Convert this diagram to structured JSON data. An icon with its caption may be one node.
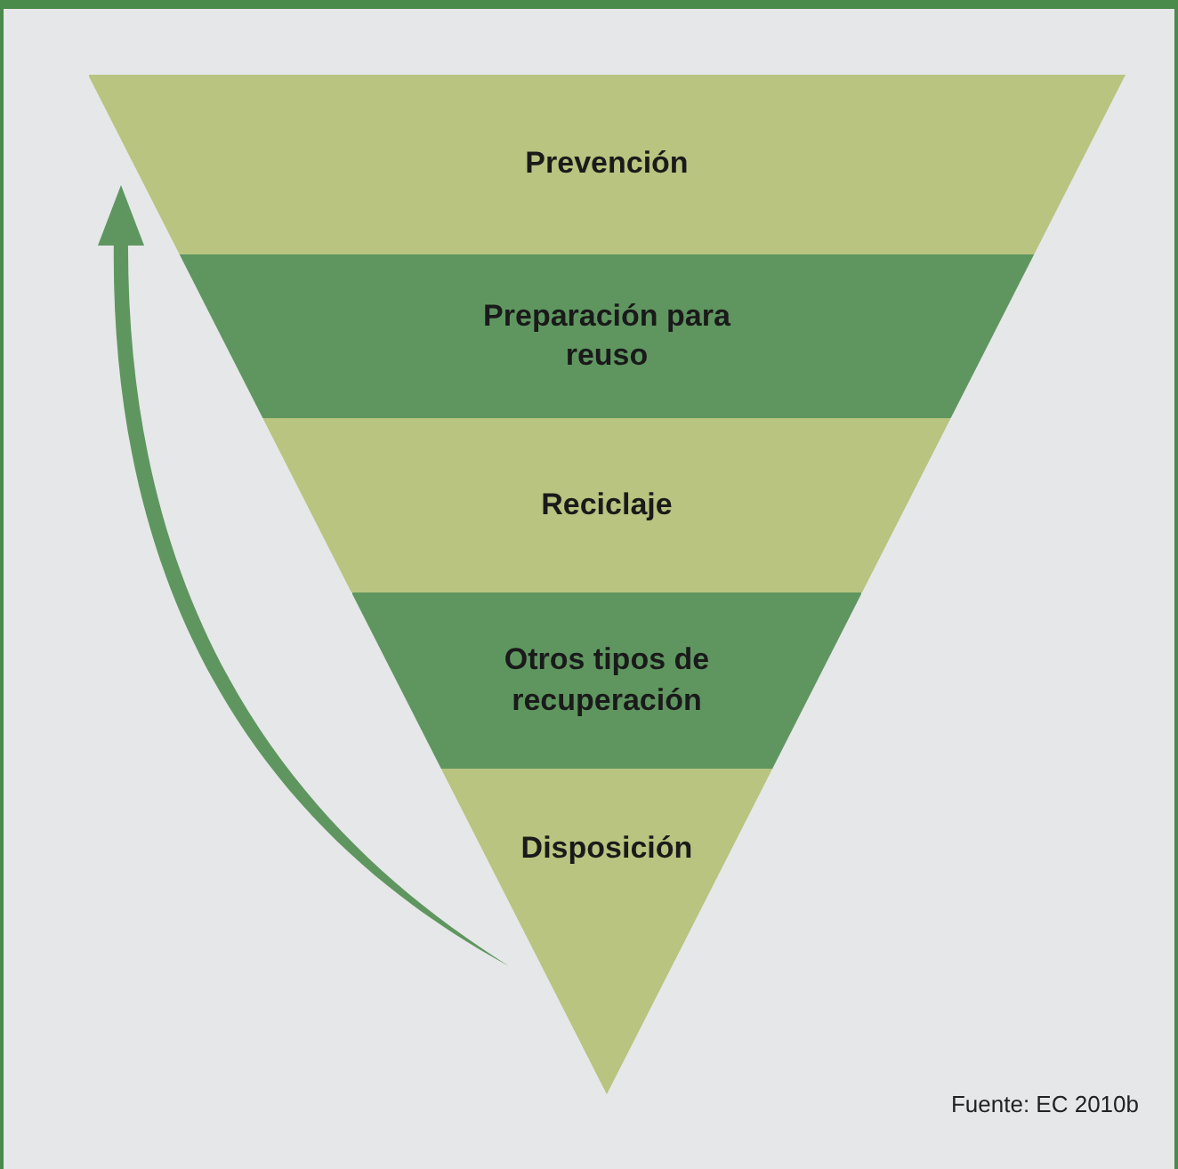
{
  "diagram": {
    "nodes": [
      {
        "text": [
          "Prevención"
        ]
      },
      {
        "text": [
          "Preparación para reuso"
        ]
      },
      {
        "text": [
          "Reciclaje"
        ]
      },
      {
        "text": [
          "Otros tipos de recuperación"
        ]
      },
      {
        "text": [
          "Disposición"
        ]
      }
    ],
    "labels": [
      "Fuente: EC 2010b"
    ]
  }
}
